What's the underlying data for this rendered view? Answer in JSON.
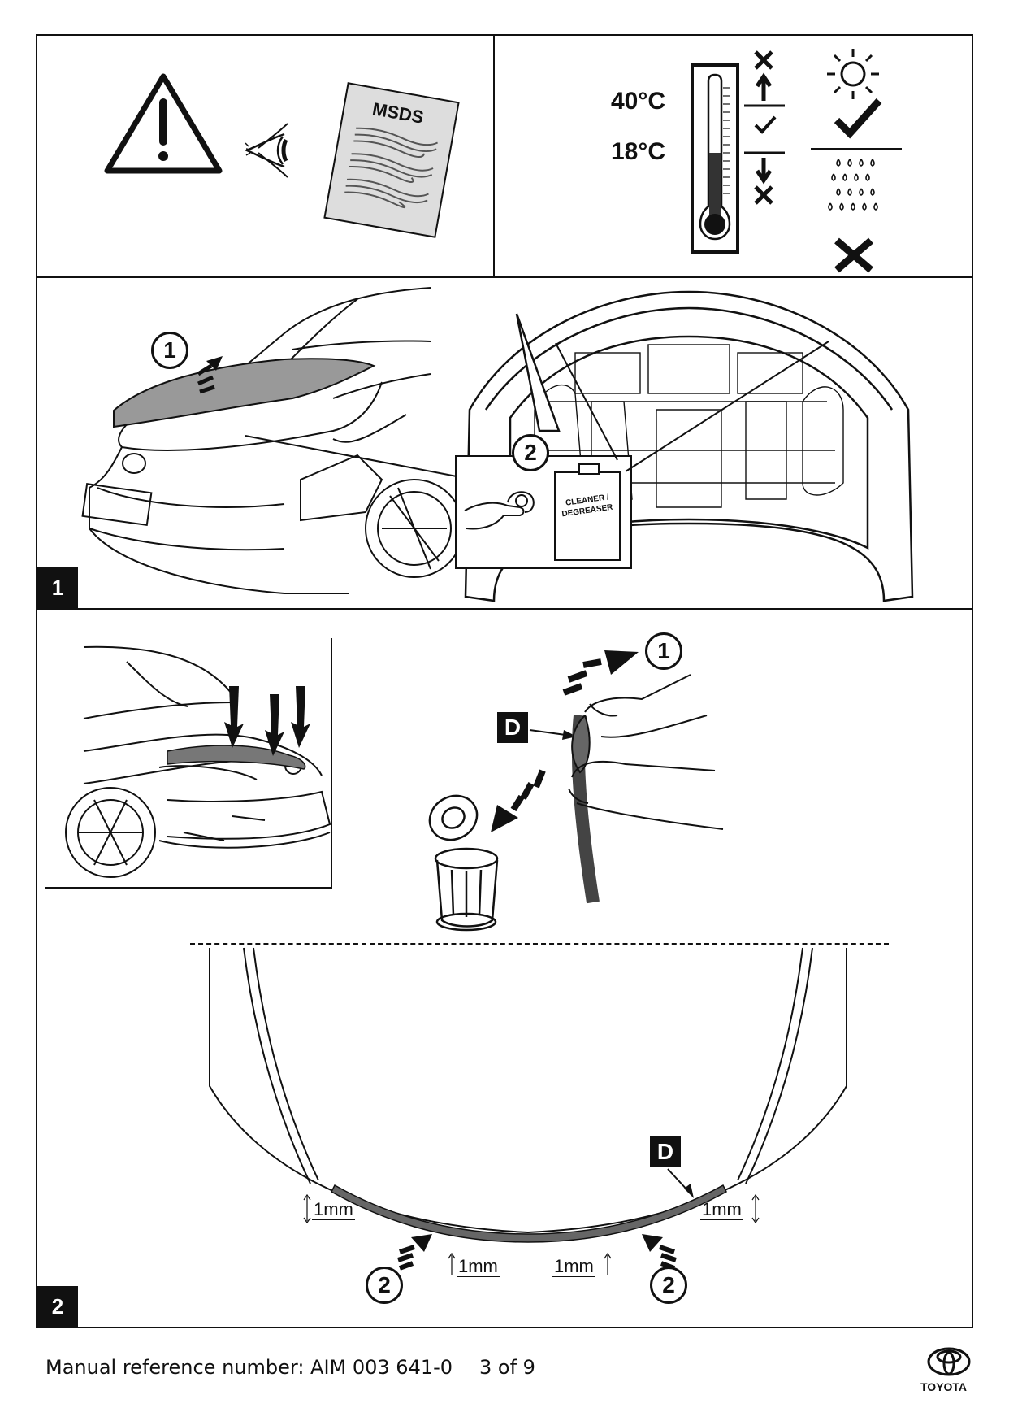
{
  "header": {
    "msds_label": "MSDS",
    "temp_high": "40°C",
    "temp_low": "18°C"
  },
  "step1": {
    "badge": "1",
    "callout_1": "1",
    "callout_2": "2",
    "bottle_label_line1": "CLEANER /",
    "bottle_label_line2": "DEGREASER"
  },
  "step2": {
    "badge": "2",
    "callout_1": "1",
    "part_label_top": "D",
    "part_label_bottom": "D",
    "callout_left": "2",
    "callout_right": "2",
    "gap_1": "1mm",
    "gap_2": "1mm",
    "gap_3": "1mm",
    "gap_4": "1mm"
  },
  "footer": {
    "manual_ref": "Manual reference number: AIM 003 641-0",
    "page": "3 of 9",
    "brand": "TOYOTA"
  },
  "icons": [
    "warning-icon",
    "eye-icon",
    "document-icon",
    "thermometer-icon",
    "sun-icon",
    "rain-icon",
    "check-icon",
    "cross-icon",
    "toyota-logo-icon",
    "trash-bin-icon"
  ]
}
